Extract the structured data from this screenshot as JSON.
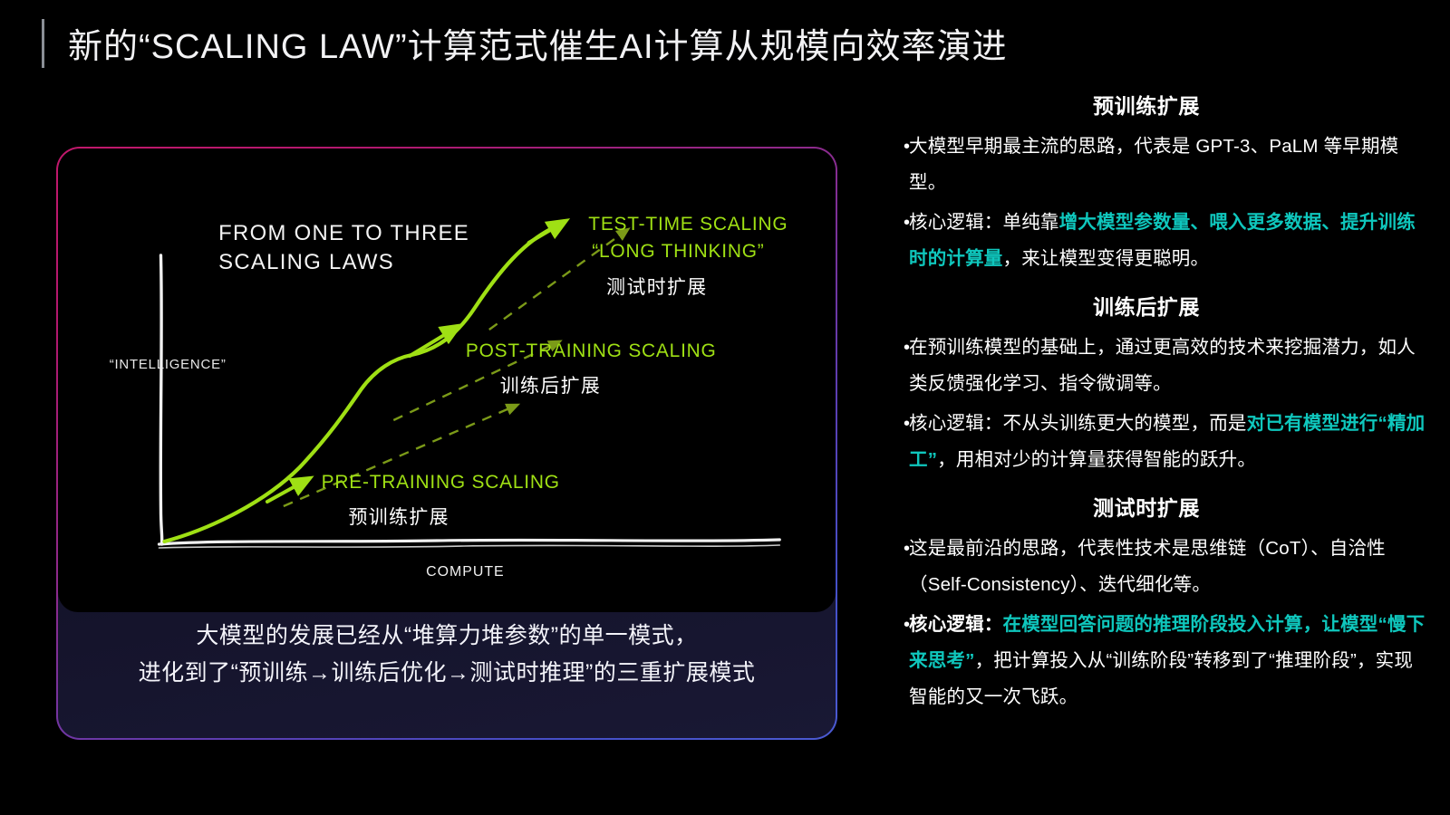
{
  "slide": {
    "title": "新的“SCALING LAW”计算范式催生AI计算从规模向效率演进",
    "accent_magenta": "#c2186b",
    "accent_blue": "#4b5ad2",
    "accent_teal": "#0fc7bd",
    "accent_green": "#9fe014"
  },
  "chart_card": {
    "caption_line1": "大模型的发展已经从“堆算力堆参数”的单一模式，",
    "caption_line2": "进化到了“预训练→训练后优化→测试时推理”的三重扩展模式"
  },
  "chart_data": {
    "type": "line",
    "title": "FROM ONE TO THREE SCALING LAWS",
    "xlabel": "COMPUTE",
    "ylabel": "“INTELLIGENCE”",
    "grid": false,
    "legend": "inline-annotations",
    "annotations": [
      {
        "label_en": "PRE-TRAINING SCALING",
        "label_zh": "预训练扩展",
        "stage": 1
      },
      {
        "label_en": "POST-TRAINING SCALING",
        "label_zh": "训练后扩展",
        "stage": 2
      },
      {
        "label_en_line1": "TEST-TIME SCALING",
        "label_en_line2": "“LONG THINKING”",
        "label_zh": "测试时扩展",
        "stage": 3
      }
    ],
    "series": [
      {
        "name": "scaling curve",
        "style": "solid",
        "color": "#9fe014",
        "x": [
          0,
          8,
          16,
          24,
          32,
          40,
          48,
          56,
          64,
          72,
          80
        ],
        "y": [
          2,
          9,
          17,
          26,
          36,
          46,
          55,
          66,
          76,
          86,
          94
        ]
      },
      {
        "name": "pre-training trend",
        "style": "dashed",
        "color": "#6b8c12",
        "x": [
          20,
          62
        ],
        "y": [
          10,
          44
        ]
      },
      {
        "name": "post-training trend",
        "style": "dashed",
        "color": "#6b8c12",
        "x": [
          40,
          76
        ],
        "y": [
          36,
          72
        ]
      },
      {
        "name": "test-time trend",
        "style": "dashed",
        "color": "#6b8c12",
        "x": [
          58,
          92
        ],
        "y": [
          62,
          96
        ]
      }
    ]
  },
  "panels": [
    {
      "heading": "预训练扩展",
      "bullets": [
        {
          "parts": [
            {
              "text": "大模型早期最主流的思路，代表是 GPT-3、PaLM 等早期模型。",
              "style": "normal"
            }
          ]
        },
        {
          "parts": [
            {
              "text": "核心逻辑：单纯靠",
              "style": "normal"
            },
            {
              "text": "增大模型参数量、喂入更多数据、提升训练时的计算量",
              "style": "highlight"
            },
            {
              "text": "，来让模型变得更聪明。",
              "style": "normal"
            }
          ]
        }
      ]
    },
    {
      "heading": "训练后扩展",
      "bullets": [
        {
          "parts": [
            {
              "text": "在预训练模型的基础上，通过更高效的技术来挖掘潜力，如人类反馈强化学习、指令微调等。",
              "style": "normal"
            }
          ]
        },
        {
          "parts": [
            {
              "text": "核心逻辑：不从头训练更大的模型，而是",
              "style": "normal"
            },
            {
              "text": "对已有模型进行“精加工”",
              "style": "highlight"
            },
            {
              "text": "，用相对少的计算量获得智能的跃升。",
              "style": "normal"
            }
          ]
        }
      ]
    },
    {
      "heading": "测试时扩展",
      "bullets": [
        {
          "parts": [
            {
              "text": "这是最前沿的思路，代表性技术是思维链（CoT）、自洽性（Self-Consistency）、迭代细化等。",
              "style": "normal"
            }
          ]
        },
        {
          "parts": [
            {
              "text": "核心逻辑：",
              "style": "bold-white"
            },
            {
              "text": "在模型回答问题的推理阶段投入计算，让模型“慢下来思考”",
              "style": "highlight"
            },
            {
              "text": "，把计算投入从“训练阶段”转移到了“推理阶段”，实现智能的又一次飞跃。",
              "style": "normal"
            }
          ]
        }
      ]
    }
  ],
  "bullet_glyph": "•"
}
